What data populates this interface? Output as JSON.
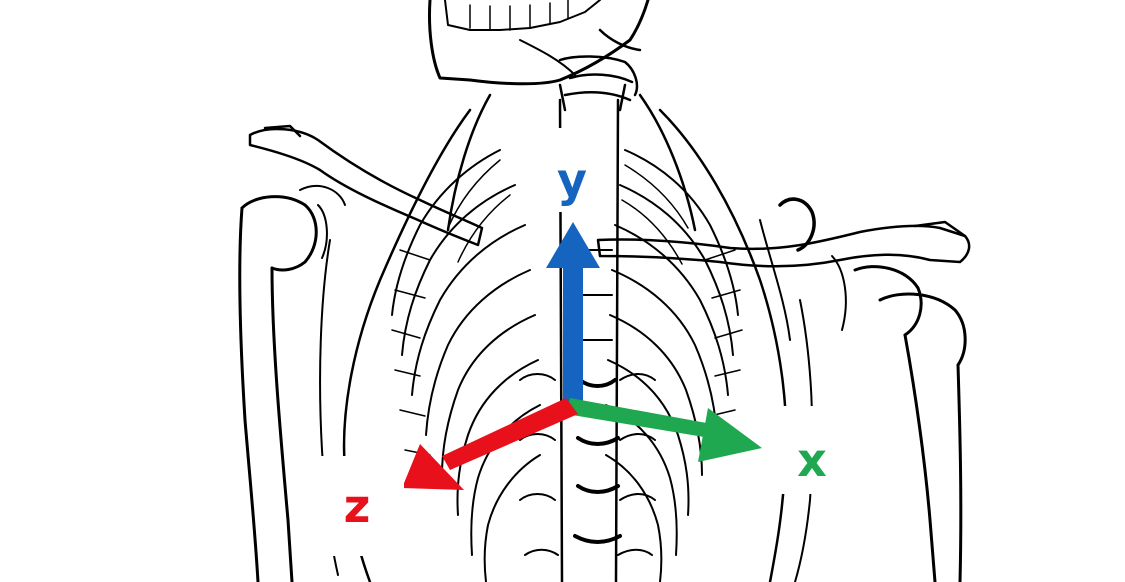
{
  "axes": [
    {
      "name": "x",
      "label": "x",
      "color": "#1fa84f"
    },
    {
      "name": "y",
      "label": "y",
      "color": "#1565c0"
    },
    {
      "name": "z",
      "label": "z",
      "color": "#e8101a"
    }
  ],
  "background": {
    "subject": "skeleton-upper-torso-line-drawing",
    "stroke_color": "#000000",
    "fill_color": "#ffffff"
  }
}
